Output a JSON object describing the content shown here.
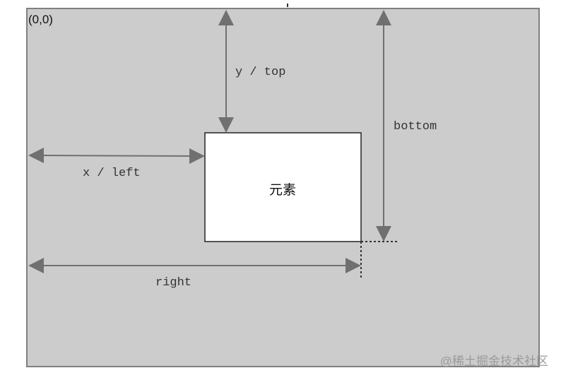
{
  "labels": {
    "origin": "(0,0)",
    "y_top": "y / top",
    "bottom": "bottom",
    "x_left": "x / left",
    "right": "right",
    "element": "元素"
  },
  "watermark": "@稀土掘金技术社区",
  "colors": {
    "canvas": "#cccccc",
    "element": "#ffffff",
    "arrow": "#707070"
  }
}
